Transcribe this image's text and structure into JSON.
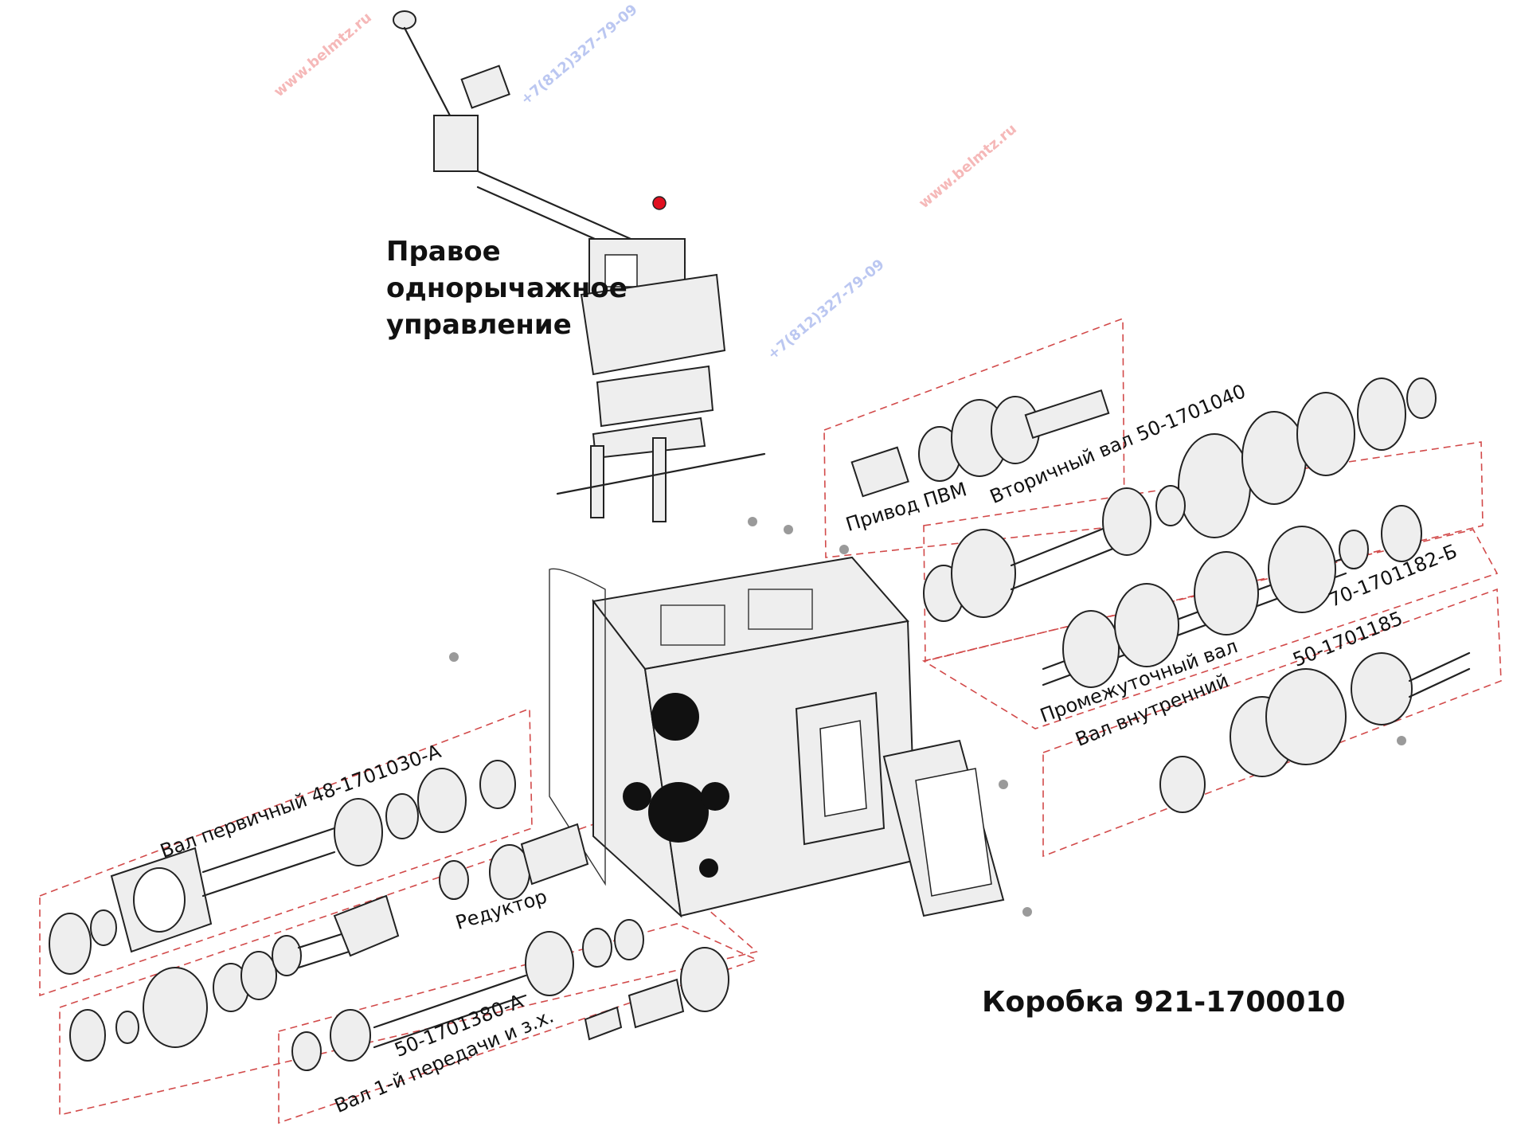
{
  "title_left": {
    "line1": "Правое",
    "line2": "однорычажное",
    "line3": "управление"
  },
  "box_title": "Коробка 921-1700010",
  "labels": {
    "pvm": "Привод ПВМ",
    "secondary_shaft": "Вторичный вал 50-1701040",
    "part_182": "70-1701182-Б",
    "intermediate_shaft": "Промежуточный вал",
    "part_185": "50-1701185",
    "inner_shaft": "Вал внутренний",
    "primary_shaft": "Вал первичный 48-1701030-А",
    "reducer": "Редуктор",
    "part_380": "50-1701380-А",
    "first_gear_shaft": "Вал 1-й передачи и з.х."
  },
  "watermarks": {
    "site1": "www.belmtz.ru",
    "site2": "www.belmtz.ru",
    "phone1": "+7(812)327-79-09",
    "phone2": "+7(812)327-79-09"
  },
  "colors": {
    "frame": "#d24a4a",
    "watermark_red": "#f08a8a",
    "watermark_blue": "#8fa2e8",
    "ink": "#222222"
  }
}
